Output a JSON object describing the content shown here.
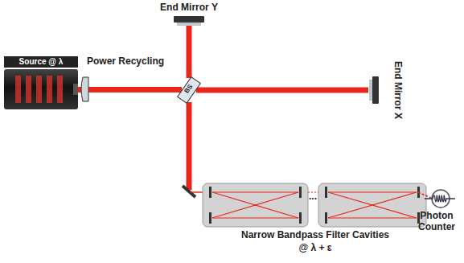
{
  "diagram": {
    "nodes": [
      {
        "text": [
          "Source @ λ"
        ]
      },
      {
        "text": [
          "BS"
        ]
      },
      {
        "text": [
          "End Mirror Y"
        ]
      },
      {
        "text": [
          "End Mirror X"
        ]
      },
      {
        "text": [
          "Photon Counter"
        ]
      }
    ],
    "edges": [
      {
        "from": 0,
        "to": 1,
        "arrow": "none"
      },
      {
        "from": 1,
        "to": 2,
        "arrow": "none"
      },
      {
        "from": 1,
        "to": 3,
        "arrow": "none"
      }
    ],
    "labels": [
      "Power Recycling",
      "...",
      "Narrow Bandpass Filter Cavities",
      "@ λ + ε"
    ]
  }
}
